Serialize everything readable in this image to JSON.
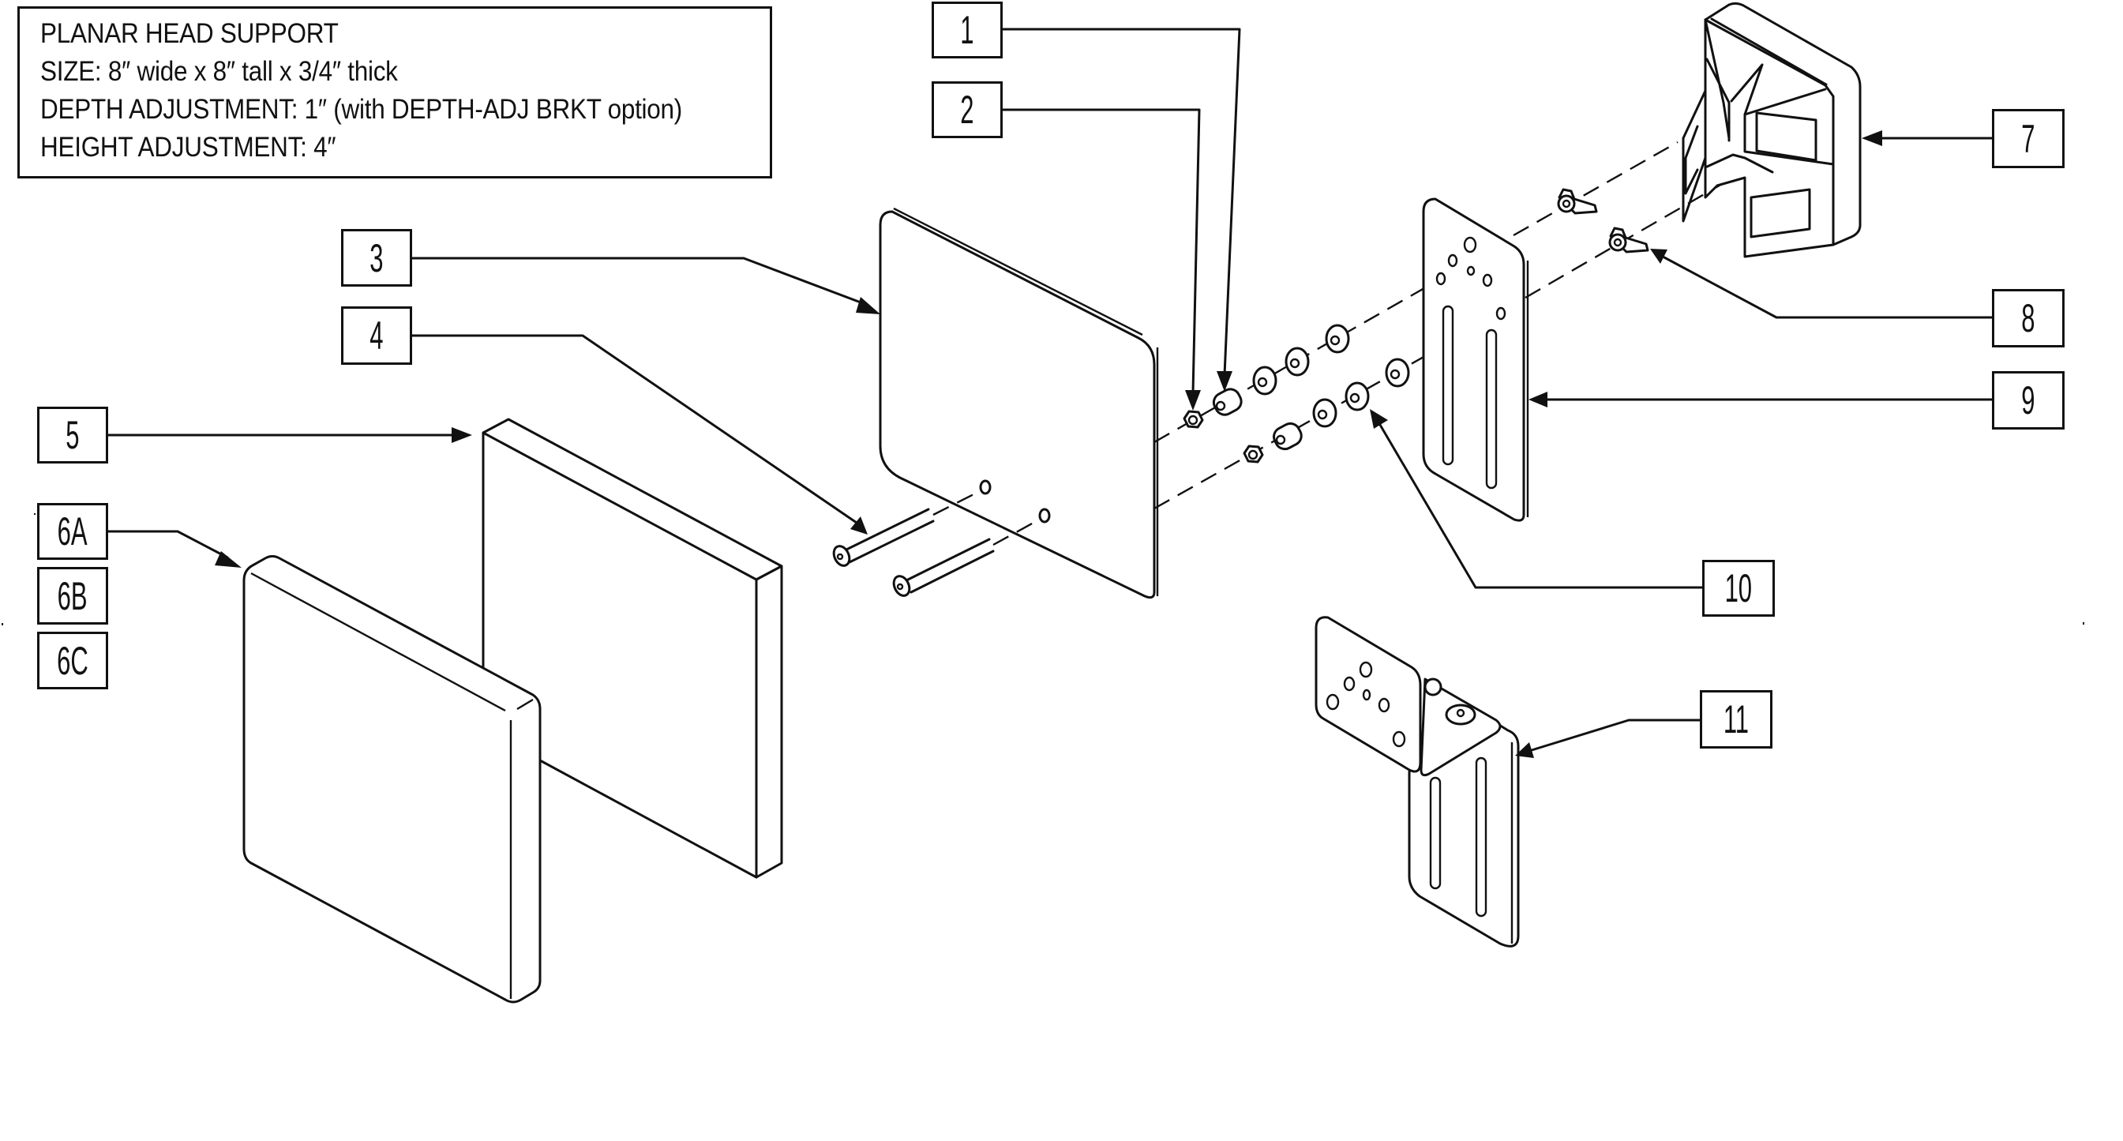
{
  "title_block": {
    "lines": [
      "PLANAR HEAD SUPPORT",
      "SIZE: 8″ wide x 8″ tall x 3/4″ thick",
      "DEPTH ADJUSTMENT: 1″ (with DEPTH-ADJ BRKT option)",
      "HEIGHT ADJUSTMENT: 4″"
    ]
  },
  "callouts": {
    "c1": "1",
    "c2": "2",
    "c3": "3",
    "c4": "4",
    "c5": "5",
    "c6a": "6A",
    "c6b": "6B",
    "c6c": "6C",
    "c7": "7",
    "c8": "8",
    "c9": "9",
    "c10": "10",
    "c11": "11"
  },
  "parts": [
    {
      "id": "1",
      "name": "spacer"
    },
    {
      "id": "2",
      "name": "hex-nut"
    },
    {
      "id": "3",
      "name": "backing-plate"
    },
    {
      "id": "4",
      "name": "screw"
    },
    {
      "id": "5",
      "name": "pad"
    },
    {
      "id": "6A",
      "name": "cushion"
    },
    {
      "id": "6B",
      "name": "cushion"
    },
    {
      "id": "6C",
      "name": "cushion"
    },
    {
      "id": "7",
      "name": "headrest-clamp"
    },
    {
      "id": "8",
      "name": "wing-nut"
    },
    {
      "id": "9",
      "name": "mounting-bracket"
    },
    {
      "id": "10",
      "name": "spacer"
    },
    {
      "id": "11",
      "name": "depth-adjust-bracket"
    }
  ]
}
